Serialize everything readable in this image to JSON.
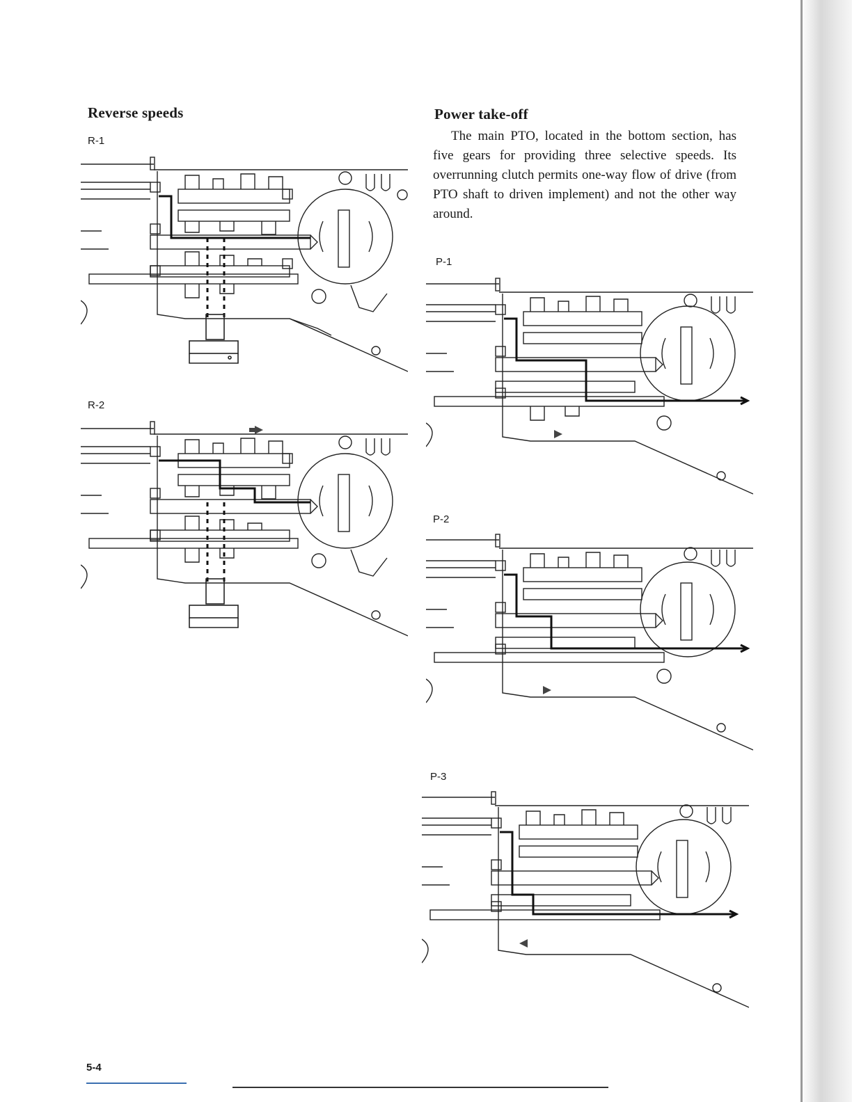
{
  "left": {
    "heading": "Reverse speeds",
    "figures": [
      {
        "label": "R-1"
      },
      {
        "label": "R-2"
      }
    ]
  },
  "right": {
    "heading": "Power take-off",
    "paragraph": "The main PTO, located in the bottom section, has five gears for providing three selective speeds. Its overrunning clutch permits one-way flow of drive (from PTO shaft to driven implement) and not the other way around.",
    "figures": [
      {
        "label": "P-1"
      },
      {
        "label": "P-2"
      },
      {
        "label": "P-3"
      }
    ]
  },
  "footer": {
    "page_number": "5-4"
  }
}
